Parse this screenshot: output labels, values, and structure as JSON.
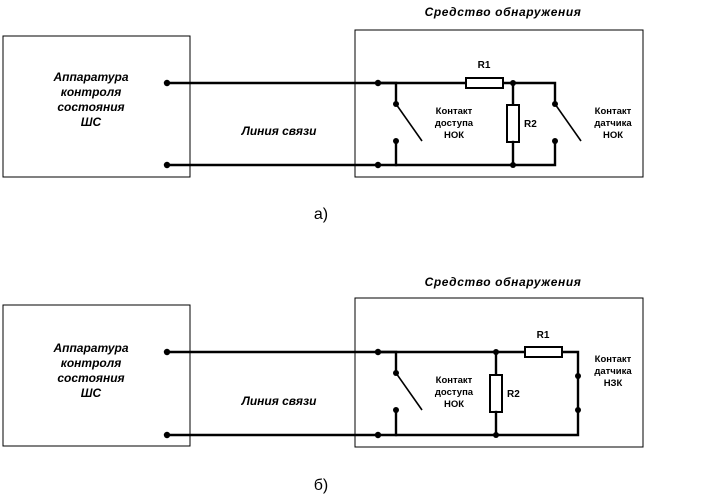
{
  "variant_a": {
    "detector_title": "Средство обнаружения",
    "apparatus": [
      "Аппаратура",
      "контроля",
      "состояния",
      "ШС"
    ],
    "line_label": "Линия связи",
    "r1": "R1",
    "r2": "R2",
    "access_contact": [
      "Контакт",
      "доступа",
      "НОК"
    ],
    "sensor_contact": [
      "Контакт",
      "датчика",
      "НОК"
    ],
    "caption": "а)"
  },
  "variant_b": {
    "detector_title": "Средство обнаружения",
    "apparatus": [
      "Аппаратура",
      "контроля",
      "состояния",
      "ШС"
    ],
    "line_label": "Линия связи",
    "r1": "R1",
    "r2": "R2",
    "access_contact": [
      "Контакт",
      "доступа",
      "НОК"
    ],
    "sensor_contact": [
      "Контакт",
      "датчика",
      "НЗК"
    ],
    "caption": "б)"
  }
}
